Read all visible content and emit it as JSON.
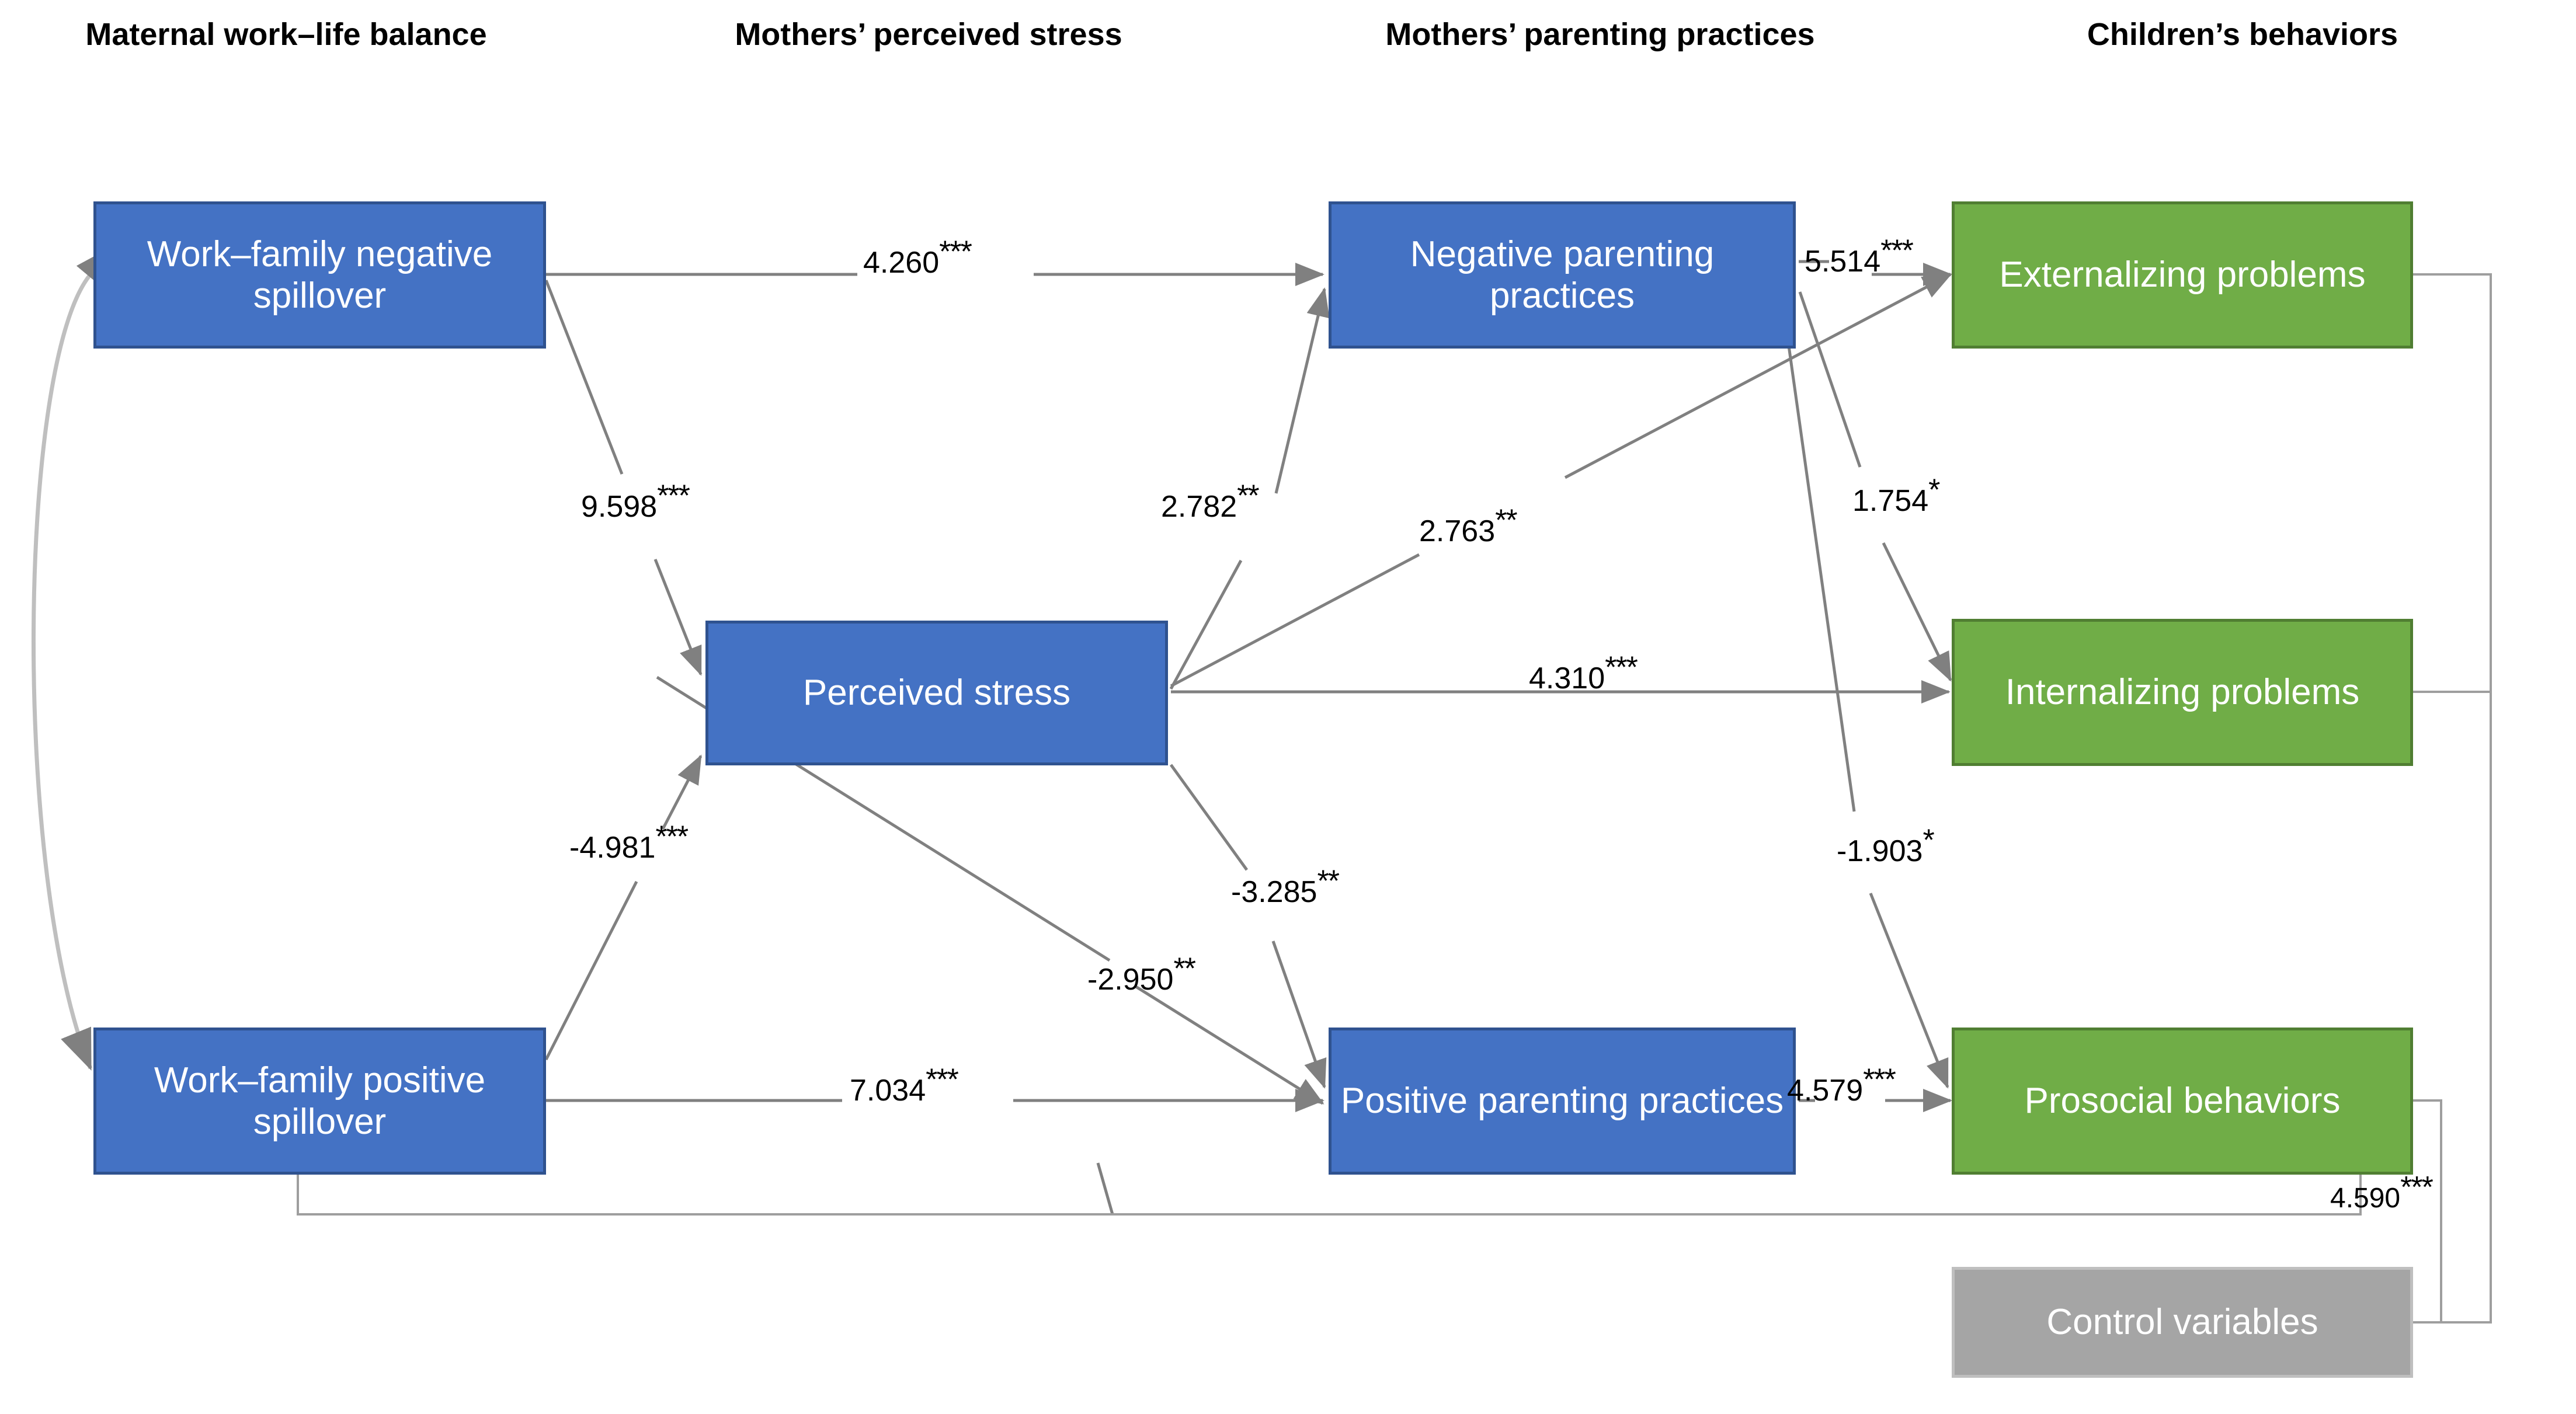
{
  "diagram": {
    "type": "path-diagram",
    "title": "Maternal work-life balance path model",
    "line_color": "#808080",
    "colors": {
      "predictor": "#4472C4",
      "predictor_border": "#2F528F",
      "outcome": "#70AD47",
      "outcome_border": "#507E32",
      "control": "#A5A5A5",
      "control_border": "#BFBFBF",
      "arrow": "#808080",
      "text_dark": "#000000",
      "text_light": "#FFFFFF"
    }
  },
  "columns": [
    {
      "id": "col-1",
      "label": "Maternal work–life balance"
    },
    {
      "id": "col-2",
      "label": "Mothers’ perceived stress"
    },
    {
      "id": "col-3",
      "label": "Mothers’ parenting practices"
    },
    {
      "id": "col-4",
      "label": "Children’s behaviors"
    }
  ],
  "nodes": [
    {
      "id": "wf-neg",
      "label": "Work–family negative spillover",
      "group": "predictor",
      "column": "col-1"
    },
    {
      "id": "wf-pos",
      "label": "Work–family positive spillover",
      "group": "predictor",
      "column": "col-1"
    },
    {
      "id": "stress",
      "label": "Perceived stress",
      "group": "predictor",
      "column": "col-2"
    },
    {
      "id": "neg-parent",
      "label": "Negative parenting practices",
      "group": "predictor",
      "column": "col-3"
    },
    {
      "id": "pos-parent",
      "label": "Positive parenting practices",
      "group": "predictor",
      "column": "col-3"
    },
    {
      "id": "external",
      "label": "Externalizing problems",
      "group": "outcome",
      "column": "col-4"
    },
    {
      "id": "internal",
      "label": "Internalizing problems",
      "group": "outcome",
      "column": "col-4"
    },
    {
      "id": "prosocial",
      "label": "Prosocial behaviors",
      "group": "outcome",
      "column": "col-4"
    },
    {
      "id": "controls",
      "label": "Control variables",
      "group": "control",
      "column": "col-4"
    }
  ],
  "paths": [
    {
      "id": "p1",
      "from": "wf-neg",
      "to": "neg-parent",
      "value": "4.260",
      "stars": "***"
    },
    {
      "id": "p2",
      "from": "wf-neg",
      "to": "stress",
      "value": "9.598",
      "stars": "***"
    },
    {
      "id": "p3",
      "from": "wf-pos",
      "to": "stress",
      "value": "-4.981",
      "stars": "***"
    },
    {
      "id": "p4",
      "from": "wf-pos",
      "to": "pos-parent",
      "value": "7.034",
      "stars": "***"
    },
    {
      "id": "p5",
      "from": "stress",
      "to": "neg-parent",
      "value": "2.782",
      "stars": "**"
    },
    {
      "id": "p6",
      "from": "stress",
      "to": "external",
      "value": "2.763",
      "stars": "**"
    },
    {
      "id": "p7",
      "from": "stress",
      "to": "internal",
      "value": "4.310",
      "stars": "***"
    },
    {
      "id": "p8",
      "from": "stress",
      "to": "pos-parent",
      "value": "-3.285",
      "stars": "**"
    },
    {
      "id": "p9",
      "from": "wf-neg",
      "to": "pos-parent",
      "value": "-2.950",
      "stars": "**"
    },
    {
      "id": "p10",
      "from": "neg-parent",
      "to": "external",
      "value": "5.514",
      "stars": "***"
    },
    {
      "id": "p11",
      "from": "neg-parent",
      "to": "internal",
      "value": "1.754",
      "stars": "*"
    },
    {
      "id": "p12",
      "from": "neg-parent",
      "to": "prosocial",
      "value": "-1.903",
      "stars": "*"
    },
    {
      "id": "p13",
      "from": "pos-parent",
      "to": "prosocial",
      "value": "4.579",
      "stars": "***"
    },
    {
      "id": "p14",
      "from": "wf-pos",
      "to": "prosocial",
      "value": "4.590",
      "stars": "***"
    }
  ],
  "correlation": {
    "id": "corr-1",
    "between": [
      "wf-neg",
      "wf-pos"
    ],
    "bidirectional": true
  },
  "labels": {
    "l_4260": "4.260",
    "s_4260": "***",
    "l_9598": "9.598",
    "s_9598": "***",
    "l_4981": "-4.981",
    "s_4981": "***",
    "l_7034": "7.034",
    "s_7034": "***",
    "l_2782": "2.782",
    "s_2782": "**",
    "l_2763": "2.763",
    "s_2763": "**",
    "l_4310": "4.310",
    "s_4310": "***",
    "l_3285": "-3.285",
    "s_3285": "**",
    "l_2950": "-2.950",
    "s_2950": "**",
    "l_5514": "5.514",
    "s_5514": "***",
    "l_1754": "1.754",
    "s_1754": "*",
    "l_1903": "-1.903",
    "s_1903": "*",
    "l_4579": "4.579",
    "s_4579": "***",
    "l_4590": "4.590",
    "s_4590": "***"
  }
}
